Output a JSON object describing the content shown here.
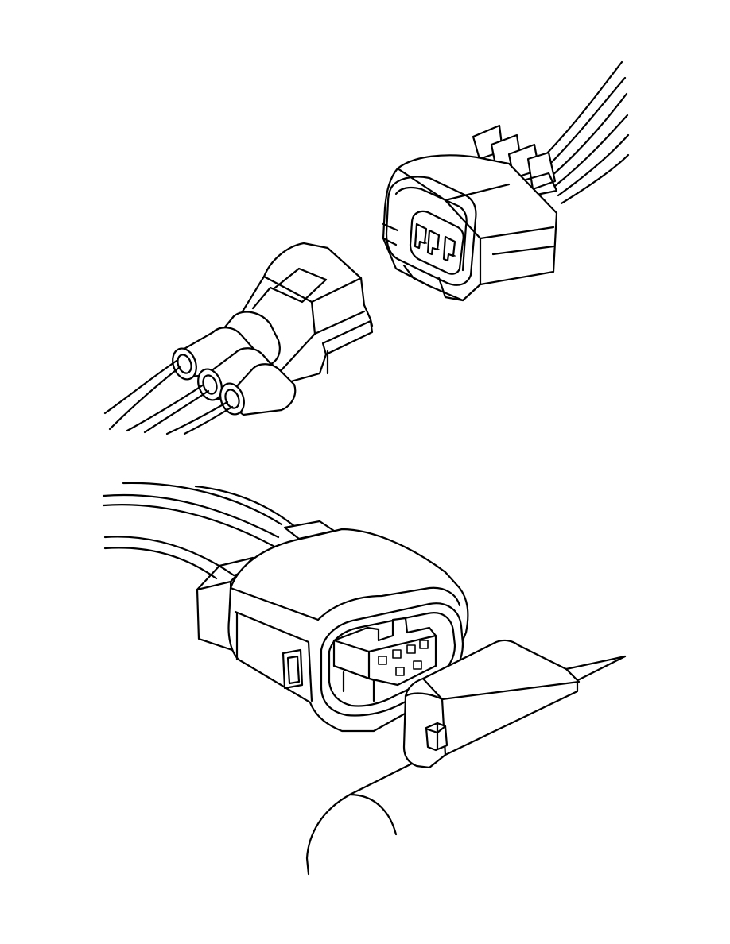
{
  "figure": {
    "colors": {
      "line": "#000000",
      "background": "#ffffff"
    },
    "parts": [
      "three-wire-female-connector",
      "three-wire-male-connector",
      "multi-pin-harness-connector",
      "control-module-socket"
    ]
  }
}
